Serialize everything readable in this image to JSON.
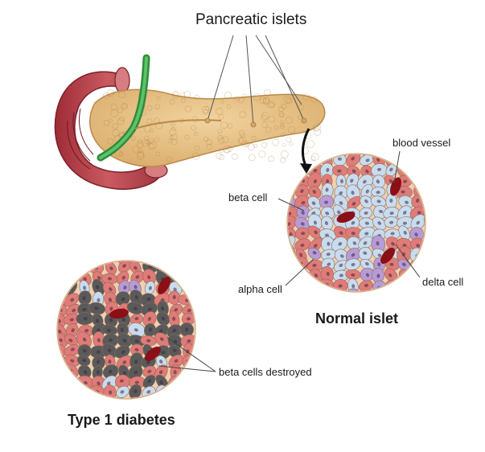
{
  "labels": {
    "pancreatic_islets": "Pancreatic islets",
    "blood_vessel": "blood vessel",
    "beta_cell": "beta cell",
    "alpha_cell": "alpha cell",
    "delta_cell": "delta cell",
    "normal_islet": "Normal islet",
    "beta_cells_destroyed": "beta cells destroyed",
    "type1_diabetes": "Type 1 diabetes"
  },
  "colors": {
    "pancreas": "#e9c48d",
    "duodenum": "#b8434c",
    "duct": "#3ea64a",
    "beta_cell": "#c9dcef",
    "alpha_cell": "#e07b78",
    "delta_cell": "#b79bd8",
    "destroyed_cell": "#5a5a5a",
    "blood_vessel": "#8b0f16",
    "islet_bg": "#f3d3b5"
  }
}
